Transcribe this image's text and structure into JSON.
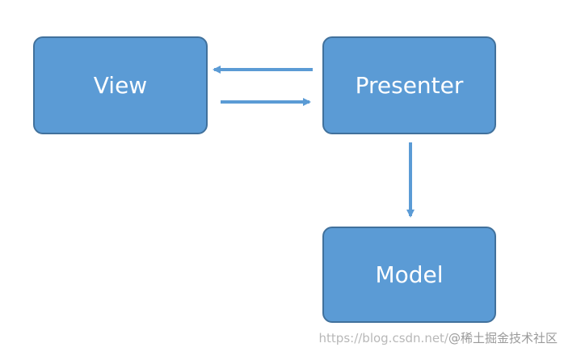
{
  "diagram": {
    "nodes": {
      "view": {
        "label": "View"
      },
      "presenter": {
        "label": "Presenter"
      },
      "model": {
        "label": "Model"
      }
    },
    "colors": {
      "node_fill": "#5b9bd5",
      "node_border": "#41719c",
      "node_text": "#ffffff",
      "arrow": "#5b9bd5"
    },
    "edges": [
      {
        "from": "presenter",
        "to": "view"
      },
      {
        "from": "view",
        "to": "presenter"
      },
      {
        "from": "presenter",
        "to": "model"
      }
    ]
  },
  "watermark": {
    "url": "https://blog.csdn.net/",
    "brand": "@稀土掘金技术社区"
  }
}
